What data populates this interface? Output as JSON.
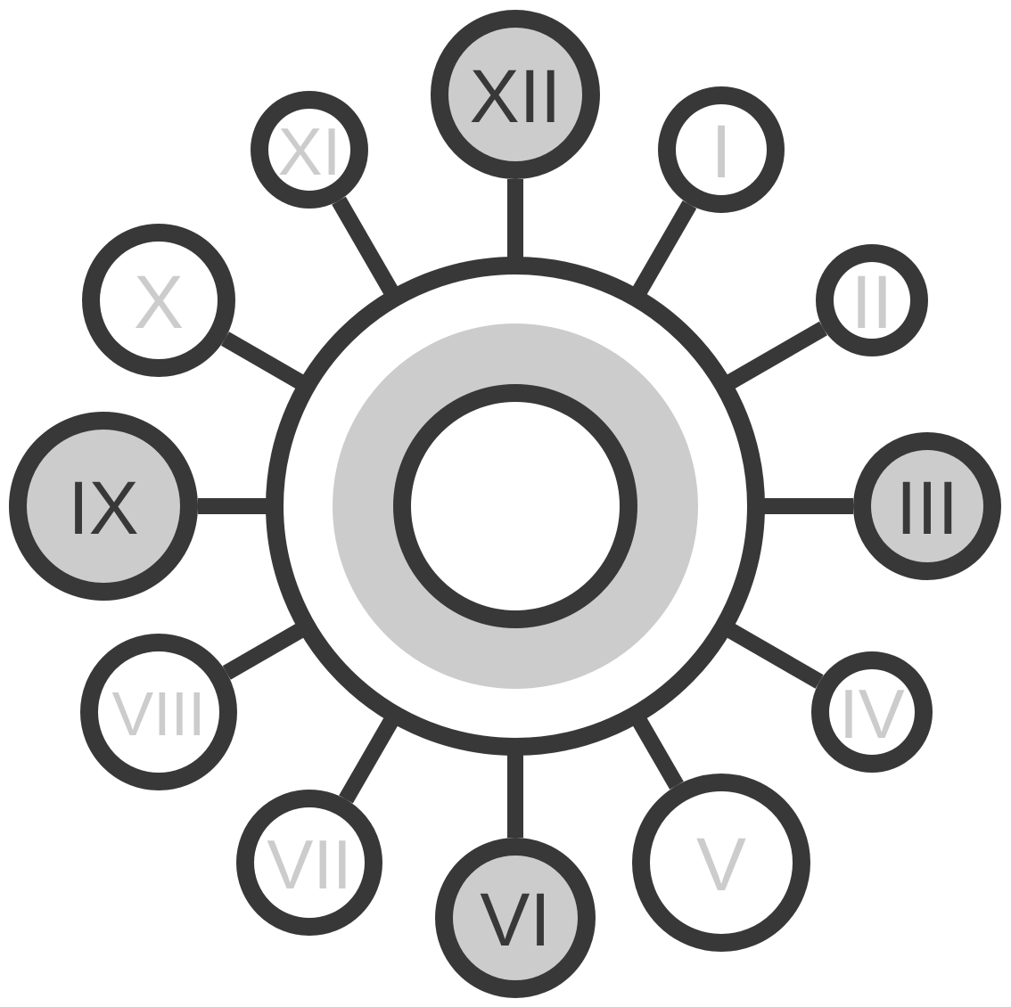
{
  "colors": {
    "stroke": "#383838",
    "fill_highlight": "#cccccc",
    "fill_plain": "#ffffff",
    "text_dark": "#383838",
    "text_light": "#cccccc"
  },
  "hub": {
    "ring_fill": "#cccccc"
  },
  "nodes": [
    {
      "label": "XII",
      "highlighted": true
    },
    {
      "label": "I",
      "highlighted": false
    },
    {
      "label": "II",
      "highlighted": false
    },
    {
      "label": "III",
      "highlighted": true
    },
    {
      "label": "IV",
      "highlighted": false
    },
    {
      "label": "V",
      "highlighted": false
    },
    {
      "label": "VI",
      "highlighted": true
    },
    {
      "label": "VII",
      "highlighted": false
    },
    {
      "label": "VIII",
      "highlighted": false
    },
    {
      "label": "IX",
      "highlighted": true
    },
    {
      "label": "X",
      "highlighted": false
    },
    {
      "label": "XI",
      "highlighted": false
    }
  ]
}
